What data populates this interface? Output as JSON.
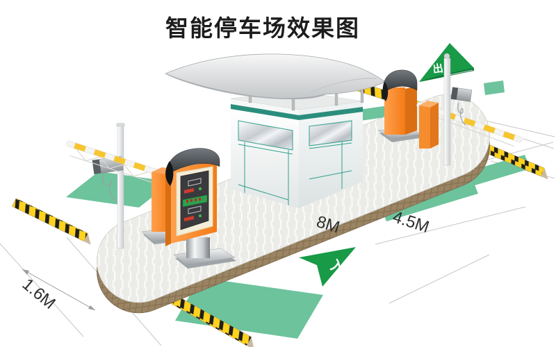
{
  "title": "智能停车场效果图",
  "dimension_labels": {
    "island_width": "1.6M",
    "inner_lane": "8M",
    "outer_lane": "4.5M"
  },
  "sign_labels": {
    "exit_flag": "出",
    "entrance_arrow": "入"
  },
  "colors": {
    "sign_green": "#189A47",
    "lane_green": "#6CC39C",
    "equipment_orange": "#F58220",
    "booth_trim_teal": "#2B8E7C",
    "speed_bump_yellow": "#FFD21E",
    "island_edge_brown": "#9A8464",
    "canopy_gray": "#D9DBDC",
    "title_color": "#1C1C1C"
  },
  "scene_components": [
    "curved-canopy",
    "guard-booth",
    "ticket-dispenser-kiosk",
    "entry-barrier-gate",
    "exit-barrier-gate",
    "entry-camera-pole",
    "exit-camera-pole",
    "exit-flag-sign",
    "traffic-island",
    "speed-bumps",
    "green-lane-markings",
    "entrance-arrow-marking",
    "dimension-lines"
  ]
}
